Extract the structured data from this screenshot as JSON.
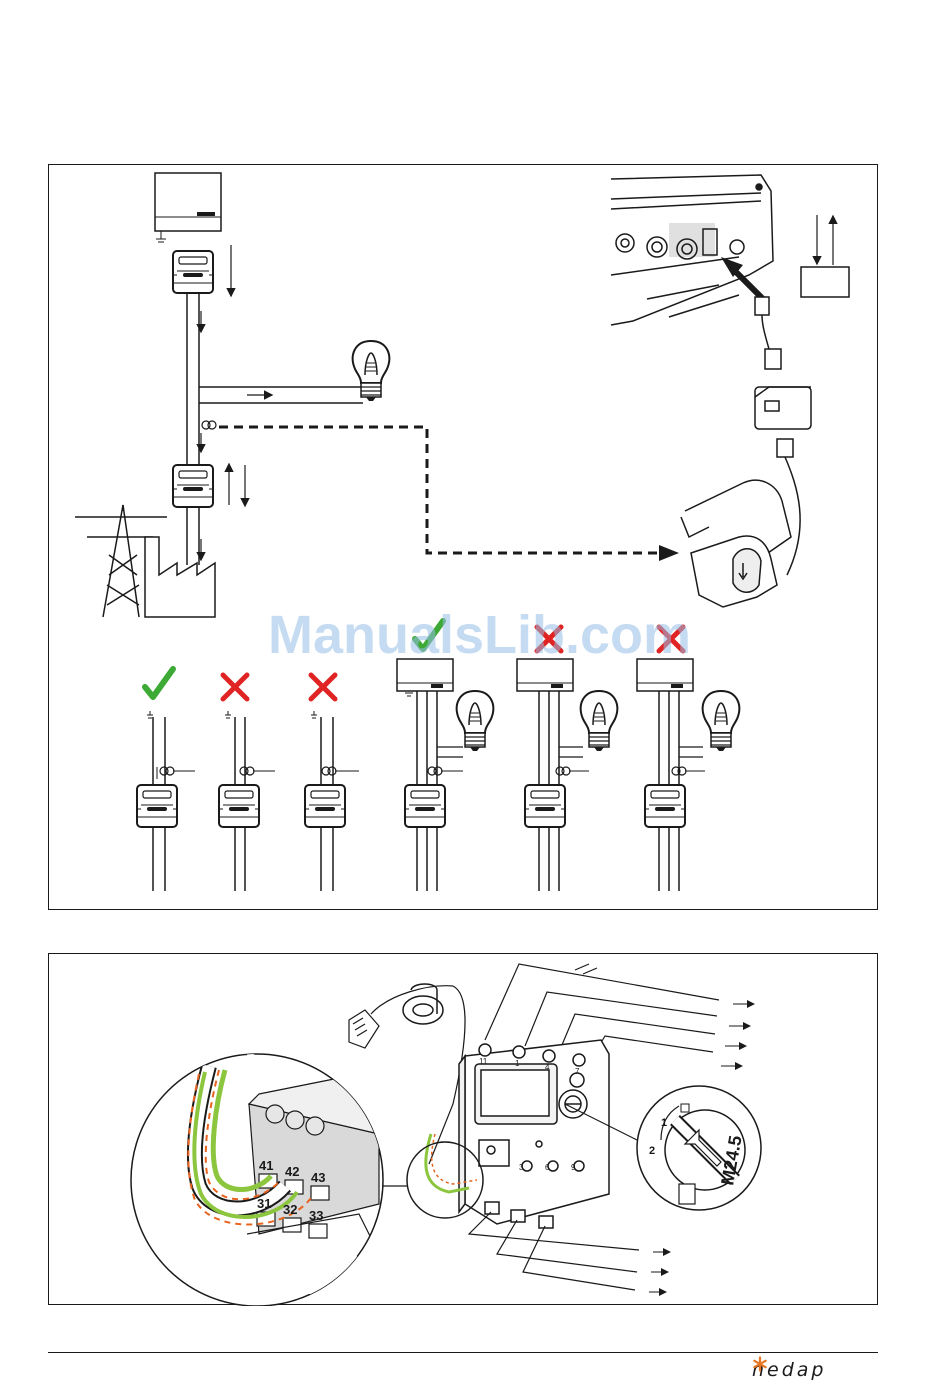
{
  "watermark": {
    "text": "ManualsLib.com"
  },
  "brand": {
    "name": "nedap",
    "accent_color": "#e87722"
  },
  "colors": {
    "check": "#3caa35",
    "cross": "#e02424",
    "wire_green": "#8cc63f",
    "wire_orange": "#e8641e",
    "line": "#1a1a1a"
  },
  "terminals_zoom": {
    "top_row": [
      "41",
      "42",
      "43"
    ],
    "bottom_row": [
      "31",
      "32",
      "33"
    ]
  },
  "terminals_top": [
    "11",
    "1",
    "4",
    "7"
  ],
  "terminals_mid": [
    "3",
    "6",
    "9"
  ],
  "dial": {
    "positions": [
      "1",
      "2"
    ]
  },
  "meter_label": "M24.5",
  "examples": [
    {
      "id": "ex1",
      "mark": "check"
    },
    {
      "id": "ex2",
      "mark": "cross"
    },
    {
      "id": "ex3",
      "mark": "cross"
    },
    {
      "id": "ex4",
      "mark": "check"
    },
    {
      "id": "ex5",
      "mark": "cross"
    },
    {
      "id": "ex6",
      "mark": "cross"
    }
  ]
}
